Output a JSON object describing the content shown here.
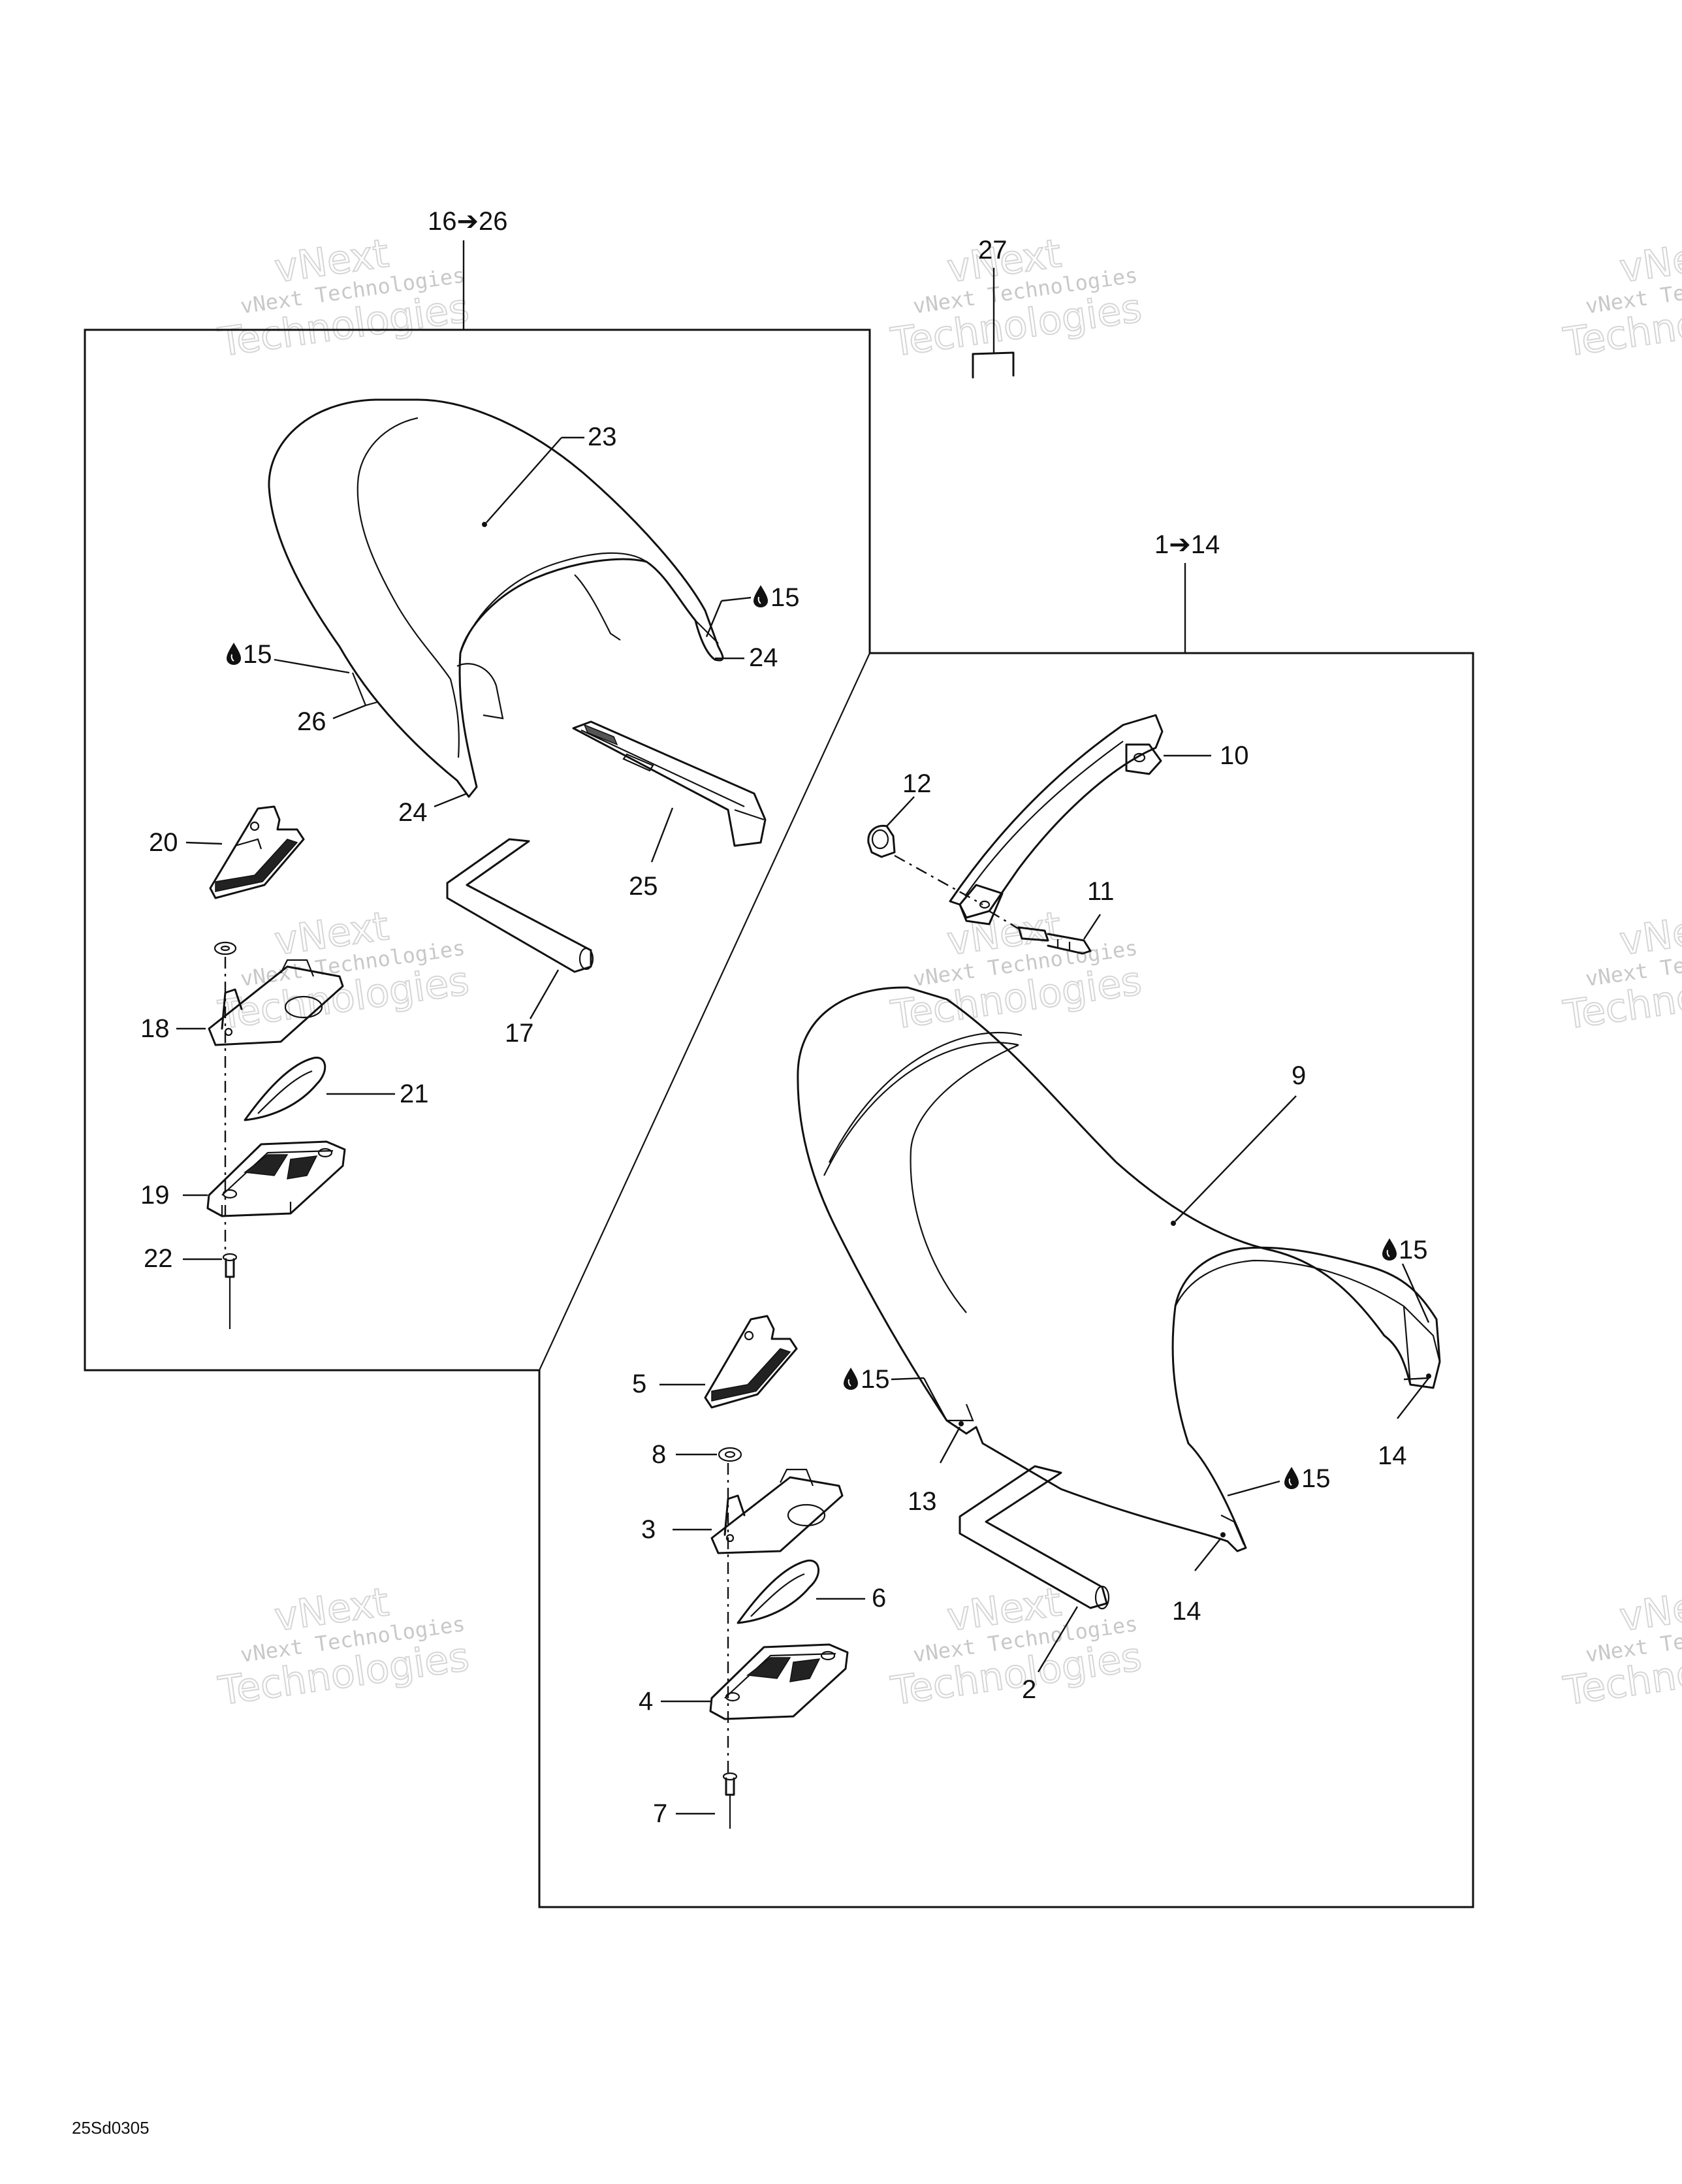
{
  "drawing_code": "25Sd0305",
  "watermark": {
    "line1": "vNext",
    "line2": "vNext Technologies",
    "line3": "Technologies"
  },
  "groups": {
    "rear_seat_range": "16➔26",
    "front_seat_range": "1➔14",
    "separate_part": "27"
  },
  "callouts": {
    "c23": "23",
    "c24a": "24",
    "c24b": "24",
    "c26": "26",
    "c20": "20",
    "c25": "25",
    "c17": "17",
    "c18": "18",
    "c21": "21",
    "c19": "19",
    "c22": "22",
    "c10": "10",
    "c12": "12",
    "c11": "11",
    "c9": "9",
    "c14a": "14",
    "c14b": "14",
    "c13": "13",
    "c5": "5",
    "c8": "8",
    "c3": "3",
    "c6": "6",
    "c4": "4",
    "c7": "7",
    "c2": "2"
  },
  "lubricant_callouts": {
    "l1": "15",
    "l2": "15",
    "l3": "15",
    "l4": "15",
    "l5": "15"
  }
}
